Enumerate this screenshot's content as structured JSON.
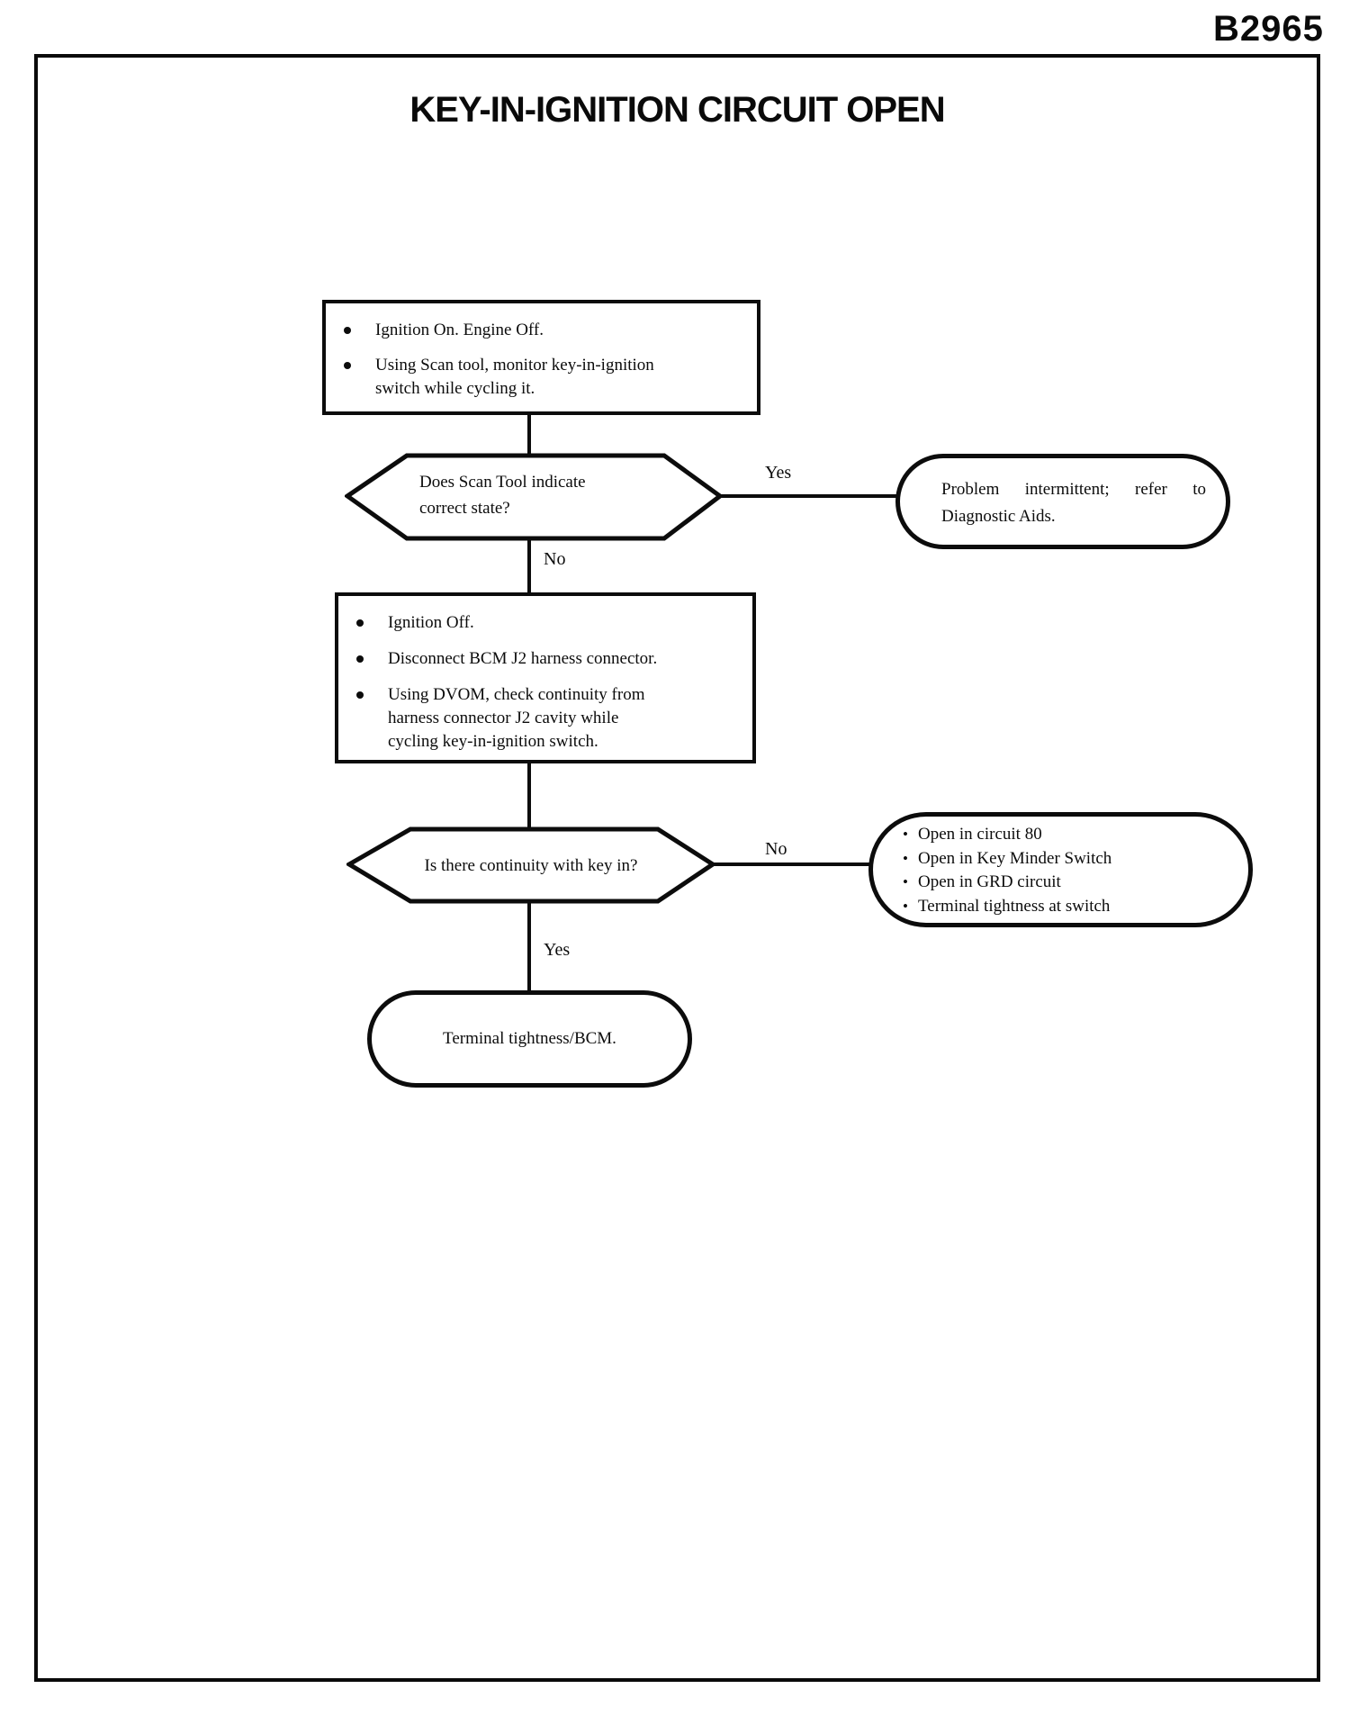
{
  "page": {
    "code": "B2965",
    "title": "KEY-IN-IGNITION CIRCUIT OPEN"
  },
  "colors": {
    "ink": "#0c0c0c",
    "paper": "#ffffff"
  },
  "flow": {
    "step1": {
      "bullets": [
        "Ignition On. Engine Off.",
        "Using Scan tool, monitor key-in-ignition switch while cycling it."
      ]
    },
    "decision1": {
      "question": "Does Scan Tool indicate correct state?",
      "yes": "Yes",
      "no": "No"
    },
    "intermittent": {
      "text": "Problem intermittent; refer to Diagnostic Aids."
    },
    "step2": {
      "bullets": [
        "Ignition Off.",
        "Disconnect BCM J2 harness connector.",
        "Using DVOM, check continuity from harness connector J2 cavity while cycling key-in-ignition switch."
      ]
    },
    "decision2": {
      "question": "Is there continuity with key in?",
      "yes": "Yes",
      "no": "No"
    },
    "checks": {
      "bullets": [
        "Open in circuit 80",
        "Open in Key Minder Switch",
        "Open in GRD circuit",
        "Terminal tightness at switch"
      ]
    },
    "terminal": {
      "text": "Terminal tightness/BCM."
    }
  }
}
